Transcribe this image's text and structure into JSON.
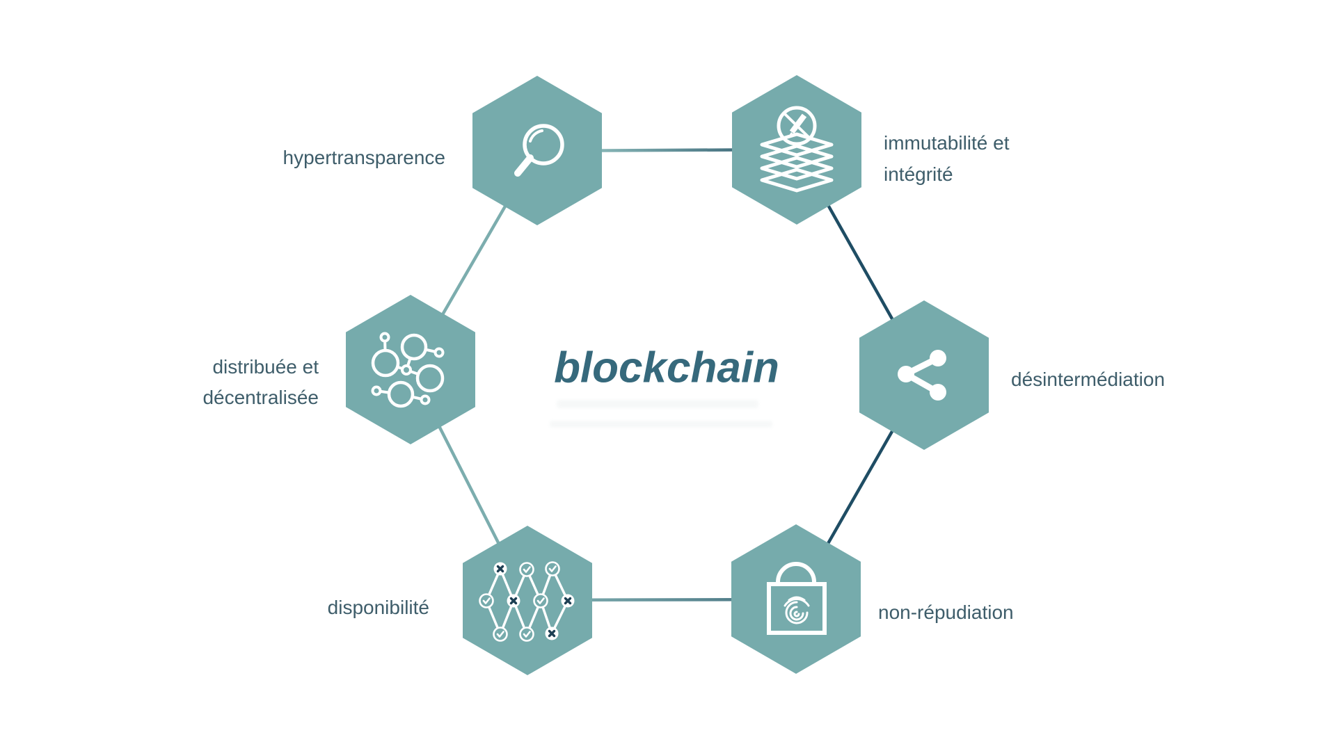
{
  "title": "blockchain",
  "colors": {
    "hexagon": "#76abac",
    "label_text": "#3e5d6a",
    "title_text": "#36697c",
    "line_light": "#7cadae",
    "line_dark": "#1f4d64",
    "line_grad_light": "#85b4b5",
    "line_grad_dark": "#44707f",
    "x_mark": "#1d3f53"
  },
  "nodes": [
    {
      "id": "hypertransparence",
      "icon": "magnifier-icon",
      "label_lines": [
        "hypertransparence"
      ]
    },
    {
      "id": "immutabilite",
      "icon": "no-edit-layers-icon",
      "label_lines": [
        "immutabilité et",
        "intégrité"
      ]
    },
    {
      "id": "desintermediation",
      "icon": "share-icon",
      "label_lines": [
        "désintermédiation"
      ]
    },
    {
      "id": "non-repudiation",
      "icon": "lock-fingerprint-icon",
      "label_lines": [
        "non-répudiation"
      ]
    },
    {
      "id": "disponibilite",
      "icon": "validation-network-icon",
      "label_lines": [
        "disponibilité"
      ]
    },
    {
      "id": "distribuee",
      "icon": "distributed-nodes-icon",
      "label_lines": [
        "distribuée et",
        "décentralisée"
      ]
    }
  ]
}
